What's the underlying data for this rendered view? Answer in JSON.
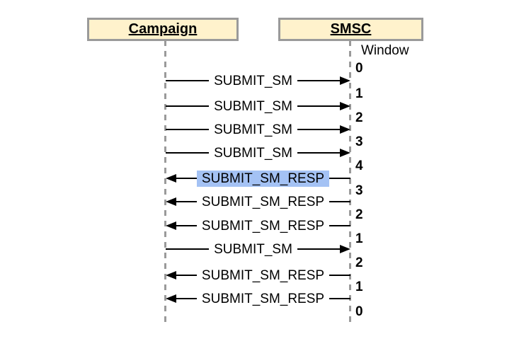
{
  "diagram": {
    "actors": [
      {
        "label": "Campaign"
      },
      {
        "label": "SMSC"
      }
    ],
    "window_label": "Window",
    "messages": [
      {
        "label": "SUBMIT_SM",
        "direction": "right",
        "highlighted": false
      },
      {
        "label": "SUBMIT_SM",
        "direction": "right",
        "highlighted": false
      },
      {
        "label": "SUBMIT_SM",
        "direction": "right",
        "highlighted": false
      },
      {
        "label": "SUBMIT_SM",
        "direction": "right",
        "highlighted": false
      },
      {
        "label": "SUBMIT_SM_RESP",
        "direction": "left",
        "highlighted": true
      },
      {
        "label": "SUBMIT_SM_RESP",
        "direction": "left",
        "highlighted": false
      },
      {
        "label": "SUBMIT_SM_RESP",
        "direction": "left",
        "highlighted": false
      },
      {
        "label": "SUBMIT_SM",
        "direction": "right",
        "highlighted": false
      },
      {
        "label": "SUBMIT_SM_RESP",
        "direction": "left",
        "highlighted": false
      },
      {
        "label": "SUBMIT_SM_RESP",
        "direction": "left",
        "highlighted": false
      }
    ],
    "window_values": [
      "0",
      "1",
      "2",
      "3",
      "4",
      "3",
      "2",
      "1",
      "2",
      "1",
      "0"
    ],
    "colors": {
      "actor_fill": "#FFF2CC",
      "actor_border": "#9A9A9A",
      "lifeline": "#9A9A9A",
      "highlight": "#A4C2F4",
      "arrow": "#000000",
      "background": "#FFFFFF"
    }
  }
}
